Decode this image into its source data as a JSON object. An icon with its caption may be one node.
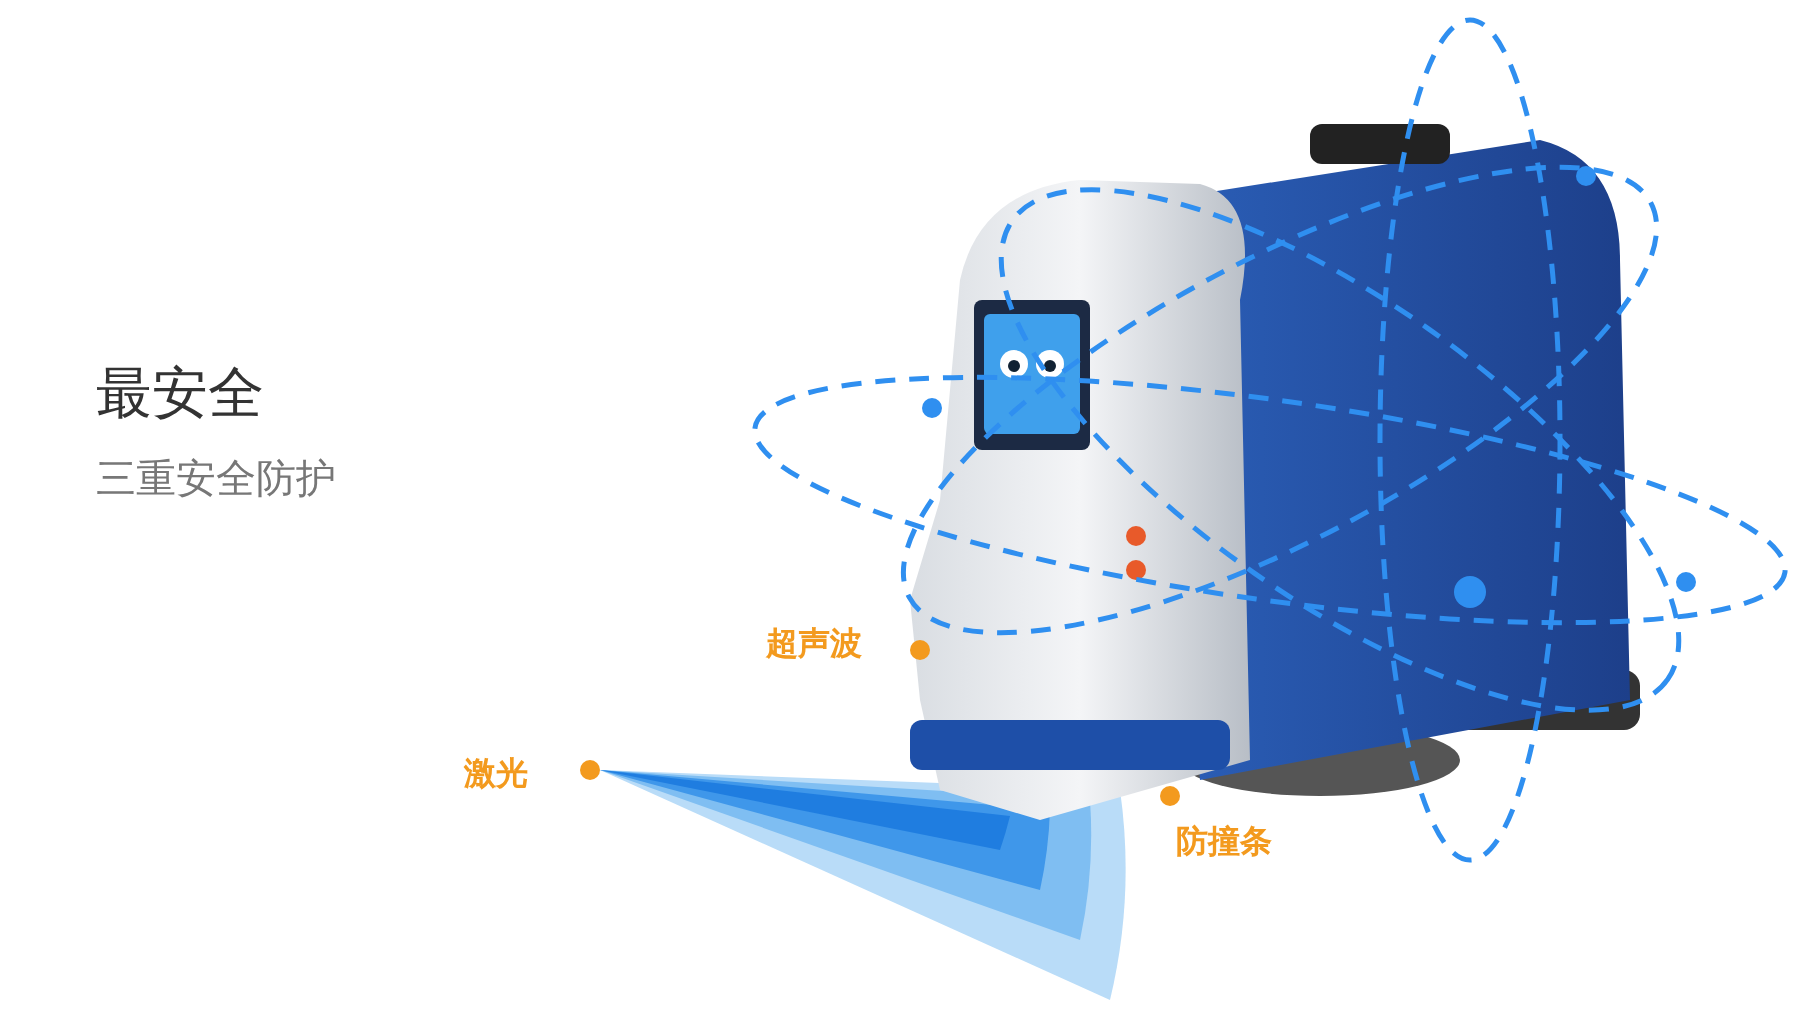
{
  "diagram": {
    "title": "最安全",
    "labels": [
      "三重安全防护",
      "超声波",
      "激光",
      "防撞条"
    ]
  }
}
